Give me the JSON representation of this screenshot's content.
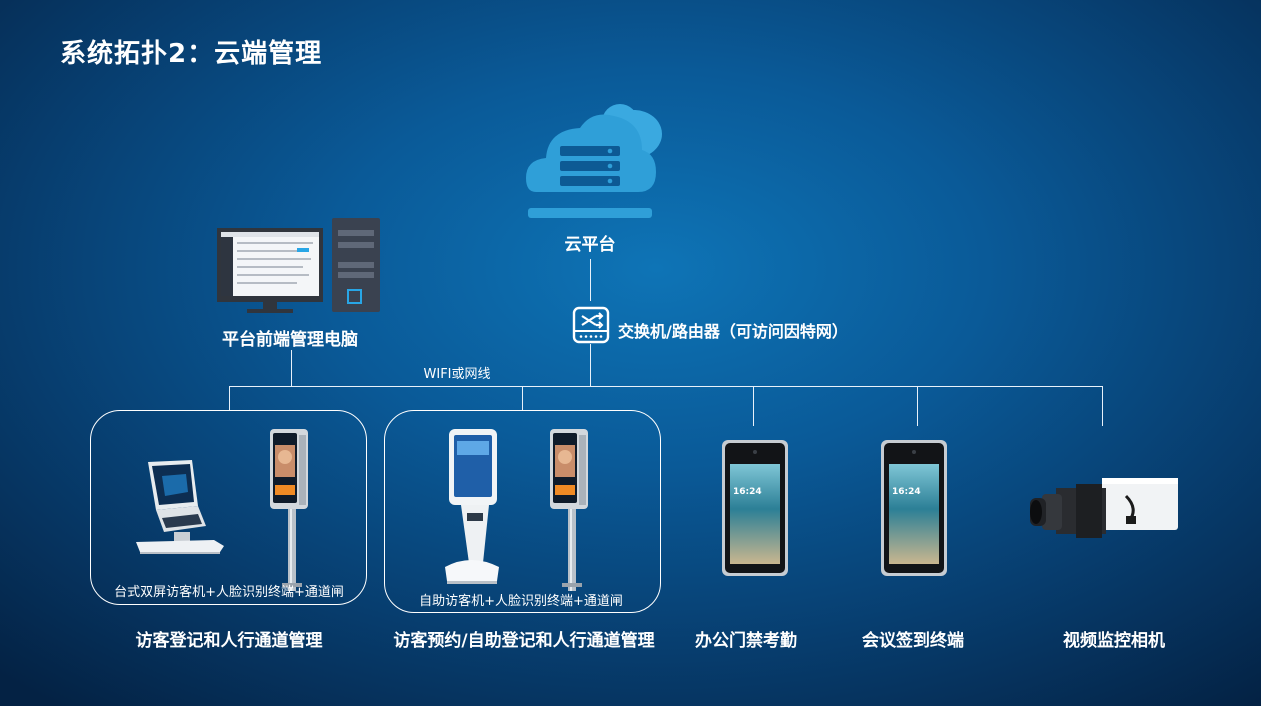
{
  "title": "系统拓扑2：云端管理",
  "nodes": {
    "cloud": "云平台",
    "switch": "交换机/路由器（可访问因特网）",
    "pc": "平台前端管理电脑",
    "link": "WIFI或网线"
  },
  "groups": [
    {
      "caption": "台式双屏访客机+人脸识别终端+通道闸",
      "label": "访客登记和人行通道管理"
    },
    {
      "caption": "自助访客机+人脸识别终端+通道闸",
      "label": "访客预约/自助登记和人行通道管理"
    }
  ],
  "devices": [
    {
      "label": "办公门禁考勤",
      "screen_time": "16:24"
    },
    {
      "label": "会议签到终端",
      "screen_time": "16:24"
    },
    {
      "label": "视频监控相机"
    }
  ],
  "colors": {
    "cloud": "#2f9fd8",
    "cloud_back": "#3aa9e0",
    "line": "#e8f1fa"
  }
}
